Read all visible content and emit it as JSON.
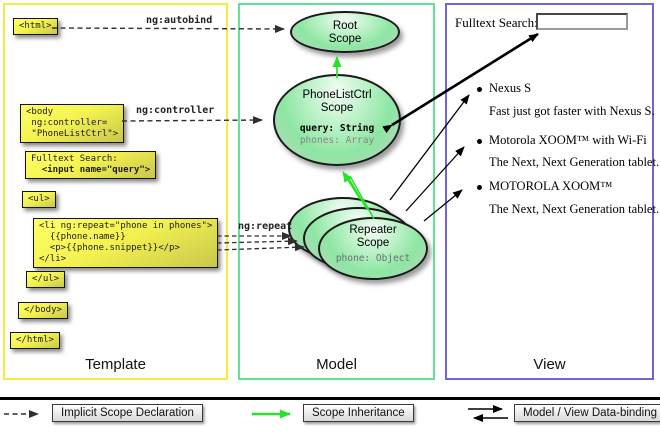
{
  "columns": {
    "template": {
      "label": "Template"
    },
    "model": {
      "label": "Model"
    },
    "view": {
      "label": "View"
    }
  },
  "template": {
    "html_open": "<html>",
    "body_open": "<body\n ng:controller=\n \"PhoneListCtrl\">",
    "fulltext_line1": "Fulltext Search:",
    "fulltext_line2": "  <input name=\"query\">",
    "ul_open": "<ul>",
    "li_repeat": "<li ng:repeat=\"phone in phones\">\n  {{phone.name}}\n  <p>{{phone.snippet}}</p>\n</li>",
    "ul_close": "</ul>",
    "body_close": "</body>",
    "html_close": "</html>",
    "arrow_labels": {
      "autobind": "ng:autobind",
      "controller": "ng:controller",
      "repeat": "ng:repeat"
    }
  },
  "model": {
    "root_scope_title": "Root\nScope",
    "phonelist": {
      "title": "PhoneListCtrl\nScope",
      "prop_query": "query: String",
      "prop_phones": "phones: Array"
    },
    "repeater": {
      "title": "Repeater\nScope",
      "prop_phone": "phone: Object"
    }
  },
  "view": {
    "search_label": "Fulltext Search:",
    "search_value": "",
    "items": [
      {
        "title": "Nexus S",
        "desc": "Fast just got faster with Nexus S."
      },
      {
        "title": "Motorola XOOM™ with Wi-Fi",
        "desc": "The Next, Next Generation tablet."
      },
      {
        "title": "MOTOROLA XOOM™",
        "desc": "The Next, Next Generation tablet."
      }
    ]
  },
  "legend": {
    "implicit": "Implicit Scope Declaration",
    "inheritance": "Scope Inheritance",
    "binding": "Model / View Data-binding"
  },
  "colors": {
    "template_border": "#f3ee39",
    "model_border": "#5fe394",
    "view_border": "#7263d8",
    "inheritance_green": "#28e228",
    "code_box_yellow": "#ffff66"
  }
}
